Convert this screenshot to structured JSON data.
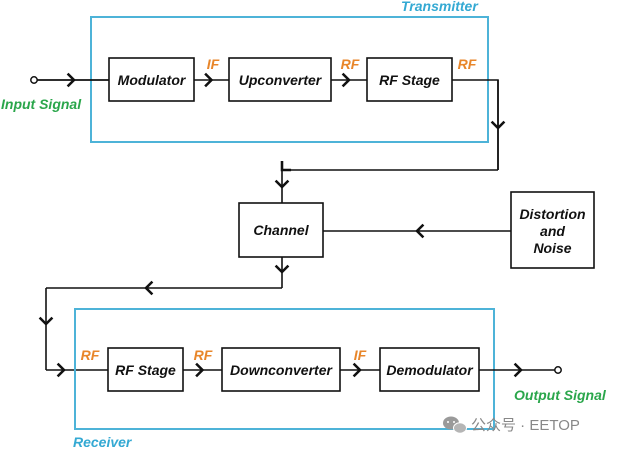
{
  "colors": {
    "group_border": "#4db3d8",
    "group_title": "#34a9d3",
    "signal_label": "#e8862a",
    "io_label": "#2aa64b",
    "line": "#111111"
  },
  "transmitter": {
    "title": "Transmitter",
    "blocks": [
      "Modulator",
      "Upconverter",
      "RF Stage"
    ],
    "signals": [
      "IF",
      "RF",
      "RF"
    ]
  },
  "receiver": {
    "title": "Receiver",
    "blocks": [
      "RF Stage",
      "Downconverter",
      "Demodulator"
    ],
    "signals": [
      "RF",
      "RF",
      "IF"
    ]
  },
  "channel": {
    "label": "Channel"
  },
  "noise": {
    "lines": [
      "Distortion",
      "and",
      "Noise"
    ]
  },
  "io": {
    "input": "Input Signal",
    "output": "Output Signal"
  },
  "watermark": {
    "text": "公众号 · EETOP",
    "icon": "wechat-icon"
  }
}
